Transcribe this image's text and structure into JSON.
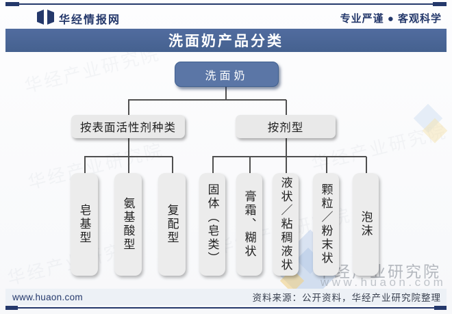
{
  "header": {
    "brand": "华经情报网",
    "slogan": "专业严谨 ● 客观科学"
  },
  "title": "洗面奶产品分类",
  "tree": {
    "root": "洗面奶",
    "branches": [
      {
        "label": "按表面活性剂种类",
        "children": [
          "皂基型",
          "氨基酸型",
          "复配型"
        ]
      },
      {
        "label": "按剂型",
        "children": [
          "固体（皂类）",
          "膏霜、糊状",
          "液状／粘稠液状",
          "颗粒／粉末状",
          "泡沫"
        ]
      }
    ]
  },
  "watermark": {
    "tiled_text": "华经产业研究院",
    "org": "华经产业研究院",
    "site": "www.huaon.com"
  },
  "footer": {
    "site": "www.huaon.com",
    "source": "资料来源：公开资料，华经产业研究院整理"
  },
  "colors": {
    "navy": "#24386b",
    "title_bar": "#4a659a",
    "root_node": "#5b76a6",
    "box_bg": "#ececec",
    "footer_bg": "#edf1f6",
    "connector": "#4f4f4f",
    "logo_blue": "#b3c8e6",
    "logo_yellow": "#f0d186"
  }
}
